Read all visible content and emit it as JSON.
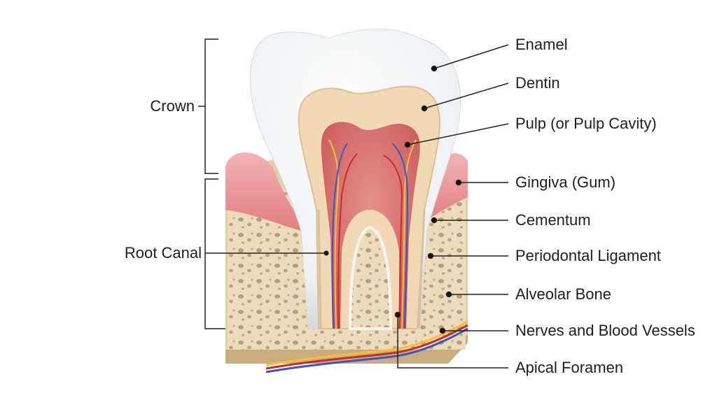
{
  "diagram": {
    "left_labels": {
      "crown": "Crown",
      "root_canal": "Root Canal"
    },
    "right_labels": {
      "enamel": "Enamel",
      "dentin": "Dentin",
      "pulp": "Pulp (or Pulp Cavity)",
      "gingiva": "Gingiva (Gum)",
      "cementum": "Cementum",
      "periodontal_ligament": "Periodontal Ligament",
      "alveolar_bone": "Alveolar Bone",
      "nerves_vessels": "Nerves and Blood Vessels",
      "apical_foramen": "Apical Foramen"
    }
  }
}
